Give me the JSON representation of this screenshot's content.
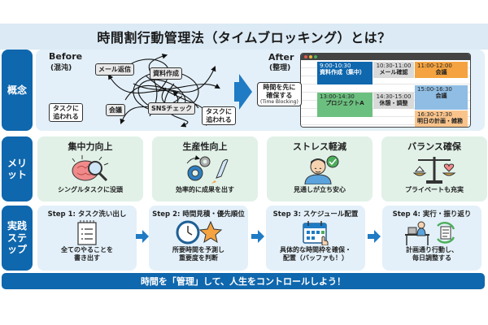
{
  "title": "時間割行動管理法（タイムブロッキング）とは？",
  "rows": {
    "concept": "概念",
    "merit": "メリット",
    "merit_lines": [
      "メリ",
      "ット"
    ],
    "steps": "実践ステップ",
    "steps_lines": [
      "実践",
      "ステ",
      "ップ"
    ]
  },
  "concept": {
    "before": {
      "title": "Before",
      "subtitle": "(混沌)",
      "tags": [
        "メール返信",
        "資料作成",
        "会議",
        "SNSチェック"
      ],
      "bubbles": [
        {
          "line1": "タスクに",
          "line2": "追われる"
        },
        {
          "line1": "タスクに",
          "line2": "追われる"
        }
      ]
    },
    "after": {
      "title": "After",
      "subtitle": "(整理)",
      "bubble": {
        "line1": "時間を先に",
        "line2": "確保する",
        "line3": "(Time Blocking)"
      },
      "window_dots": [
        "#e05a4f",
        "#f0b43a",
        "#4cae5a"
      ],
      "blocks": [
        {
          "time": "9:00-10:30",
          "label": "資料作成（集中）",
          "color": "#0f67ad",
          "text_color": "#ffffff"
        },
        {
          "time": "10:30-11:00",
          "label": "メール確認",
          "color": "#d9d9d9",
          "text_color": "#222222"
        },
        {
          "time": "11:00-12:00",
          "label": "会議",
          "color": "#f4a340",
          "text_color": "#222222"
        },
        {
          "time": "13:00-14:30",
          "label": "プロジェクトA",
          "color": "#6cc07f",
          "text_color": "#222222"
        },
        {
          "time": "14:30-15:00",
          "label": "休憩・調整",
          "color": "#d9d9d9",
          "text_color": "#222222"
        },
        {
          "time": "15:00-16:30",
          "label": "会議",
          "color": "#8fbde3",
          "text_color": "#222222"
        },
        {
          "time": "16:30-17:30",
          "label": "明日の計画・雑務",
          "color": "#f9c48c",
          "text_color": "#222222"
        }
      ]
    }
  },
  "merits": [
    {
      "title": "集中力向上",
      "icon": "brain-magnifier-icon",
      "desc": "シングルタスクに没頭"
    },
    {
      "title": "生産性向上",
      "icon": "gears-rocket-icon",
      "desc": "効率的に成果を出す"
    },
    {
      "title": "ストレス軽減",
      "icon": "relaxed-person-check-icon",
      "desc": "見通しが立ち安心"
    },
    {
      "title": "バランス確保",
      "icon": "balance-scale-icon",
      "desc": "プライベートも充実"
    }
  ],
  "steps": [
    {
      "title": "Step 1: タスク洗い出し",
      "icon": "checklist-notepad-icon",
      "desc1": "全てのやることを",
      "desc2": "書き出す"
    },
    {
      "title": "Step 2: 時間見積・優先順位",
      "icon": "clock-star-icon",
      "desc1": "所要時間を予測し",
      "desc2": "重要度を判断"
    },
    {
      "title": "Step 3: スケジュール配置",
      "icon": "calendar-tap-icon",
      "desc1": "具体的な時間枠を確保・",
      "desc2": "配置（バッファも！）"
    },
    {
      "title": "Step 4: 実行・振り返り",
      "icon": "worker-review-cycle-icon",
      "desc1": "計画通り行動し、",
      "desc2": "毎日調整する"
    }
  ],
  "footer": "時間を「管理」して、人生をコントロールしよう！",
  "colors": {
    "primary": "#0f67ad",
    "title_bg": "#dbeaf5",
    "concept_bg": "#e3f0f9",
    "merit_bg": "#e1f1e8",
    "step_bg": "#e3f0f9",
    "arrow": "#1f7bc4"
  }
}
